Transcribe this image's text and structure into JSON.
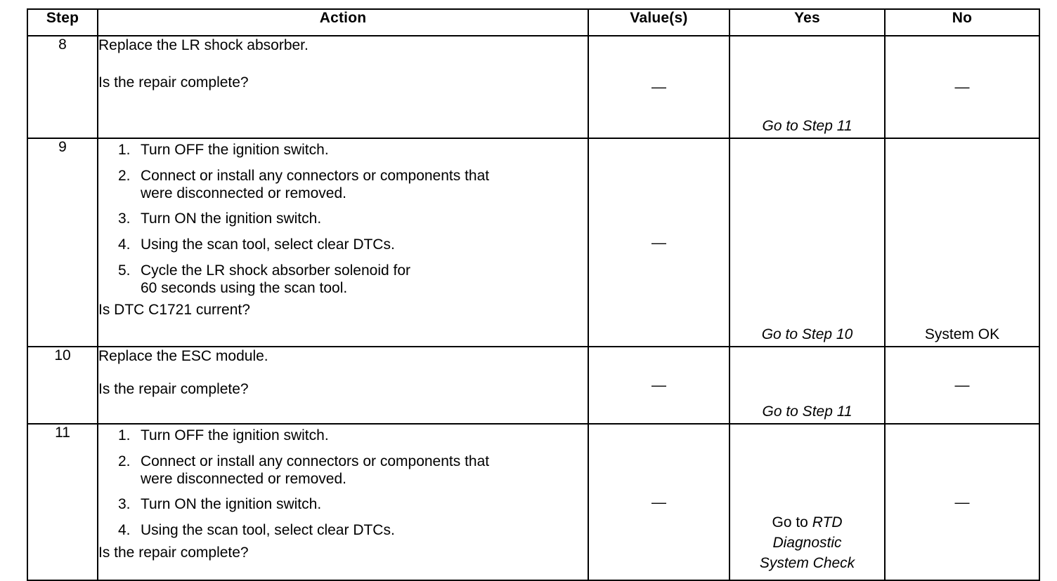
{
  "table": {
    "columns": [
      {
        "key": "step",
        "label": "Step"
      },
      {
        "key": "action",
        "label": "Action"
      },
      {
        "key": "value",
        "label": "Value(s)"
      },
      {
        "key": "yes",
        "label": "Yes"
      },
      {
        "key": "no",
        "label": "No"
      }
    ],
    "dash": "—",
    "rows": [
      {
        "step": "8",
        "action": {
          "intro": "Replace the LR shock absorber.",
          "steps": [],
          "question": "Is the repair complete?"
        },
        "value": "—",
        "yes": {
          "prefix": "Go to Step 11",
          "italic": true
        },
        "no": "—"
      },
      {
        "step": "9",
        "action": {
          "intro": "",
          "steps": [
            {
              "num": "1.",
              "lines": [
                "Turn OFF the ignition switch."
              ]
            },
            {
              "num": "2.",
              "lines": [
                "Connect or install any connectors or components that",
                "were disconnected or removed."
              ]
            },
            {
              "num": "3.",
              "lines": [
                "Turn ON the ignition switch."
              ]
            },
            {
              "num": "4.",
              "lines": [
                "Using the scan tool, select clear DTCs."
              ]
            },
            {
              "num": "5.",
              "lines": [
                "Cycle the LR shock absorber solenoid for",
                "60 seconds using the scan tool."
              ]
            }
          ],
          "question": "Is DTC C1721 current?"
        },
        "value": "—",
        "yes": {
          "prefix": "Go to Step 10",
          "italic": true
        },
        "no": "System OK"
      },
      {
        "step": "10",
        "action": {
          "intro": "Replace the ESC module.",
          "steps": [],
          "question": "Is the repair complete?"
        },
        "value": "—",
        "yes": {
          "prefix": "Go to Step 11",
          "italic": true
        },
        "no": "—"
      },
      {
        "step": "11",
        "action": {
          "intro": "",
          "steps": [
            {
              "num": "1.",
              "lines": [
                "Turn OFF the ignition switch."
              ]
            },
            {
              "num": "2.",
              "lines": [
                "Connect or install any connectors or components that",
                "were disconnected or removed."
              ]
            },
            {
              "num": "3.",
              "lines": [
                "Turn ON the ignition switch."
              ]
            },
            {
              "num": "4.",
              "lines": [
                "Using the scan tool, select clear DTCs."
              ]
            }
          ],
          "question": "Is the repair complete?"
        },
        "value": "—",
        "yes": {
          "line1_plain": "Go to ",
          "line1_italic": "RTD",
          "line2_italic": "Diagnostic",
          "line3_italic": "System Check"
        },
        "no": "—"
      }
    ]
  }
}
